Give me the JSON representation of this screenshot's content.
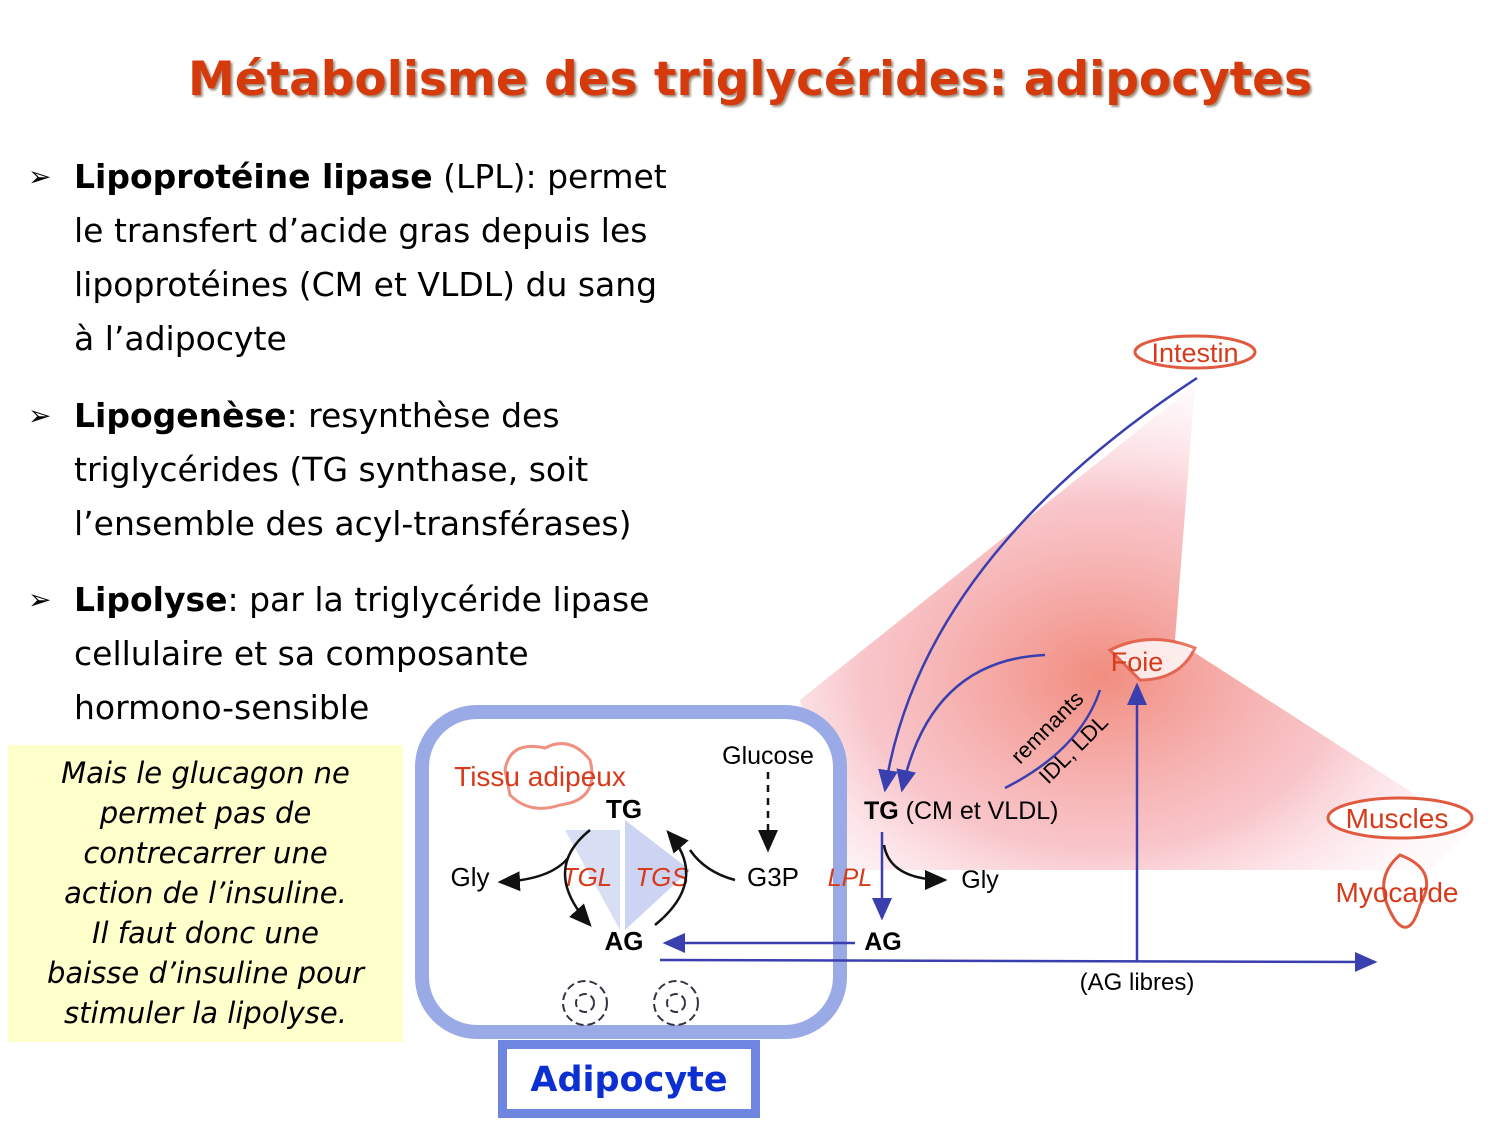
{
  "title": "Métabolisme des triglycérides: adipocytes",
  "bullets": [
    {
      "term": "Lipoprotéine lipase",
      "lines": [
        " (LPL): permet",
        "le transfert d’acide gras depuis les",
        "lipoprotéines (CM et VLDL) du sang",
        "à l’adipocyte"
      ]
    },
    {
      "term": "Lipogenèse",
      "lines": [
        ": resynthèse des",
        "triglycérides (TG synthase, soit",
        "l’ensemble des acyl-transférases)"
      ]
    },
    {
      "term": "Lipolyse",
      "lines": [
        ": par la triglycéride lipase",
        "cellulaire et sa composante",
        "hormono-sensible"
      ]
    }
  ],
  "bullet_marker_icon": "arrowhead-bullet-icon",
  "note": {
    "lines": [
      "Mais le glucagon ne",
      "permet pas de",
      "contrecarrer une",
      "action de l’insuline.",
      "Il faut donc une",
      "baisse d’insuline pour",
      "stimuler la lipolyse."
    ],
    "background": "#ffffcc"
  },
  "diagram": {
    "organs": {
      "intestin": "Intestin",
      "foie": "Foie",
      "muscles": "Muscles",
      "myocarde": "Myocarde",
      "tissu_adipeux": "Tissu adipeux"
    },
    "cell": {
      "tg": "TG",
      "ag": "AG",
      "gly": "Gly",
      "tgl": "TGL",
      "tgs": "TGS",
      "glucose": "Glucose",
      "g3p": "G3P"
    },
    "blood": {
      "tg_bold": "TG",
      "tg_rest": " (CM et VLDL)",
      "lpl": "LPL",
      "gly": "Gly",
      "ag": "AG",
      "remnants": "remnants",
      "idl_ldl": "IDL, LDL",
      "ag_libres": "(AG libres)"
    },
    "adipocyte_label": "Adipocyte",
    "colors": {
      "title": "#d43a0c",
      "arrow": "#3a3fb0",
      "organ": "#d63a1a",
      "cell_border": "#8fa0e0",
      "label_blue": "#0b2fd0"
    }
  }
}
